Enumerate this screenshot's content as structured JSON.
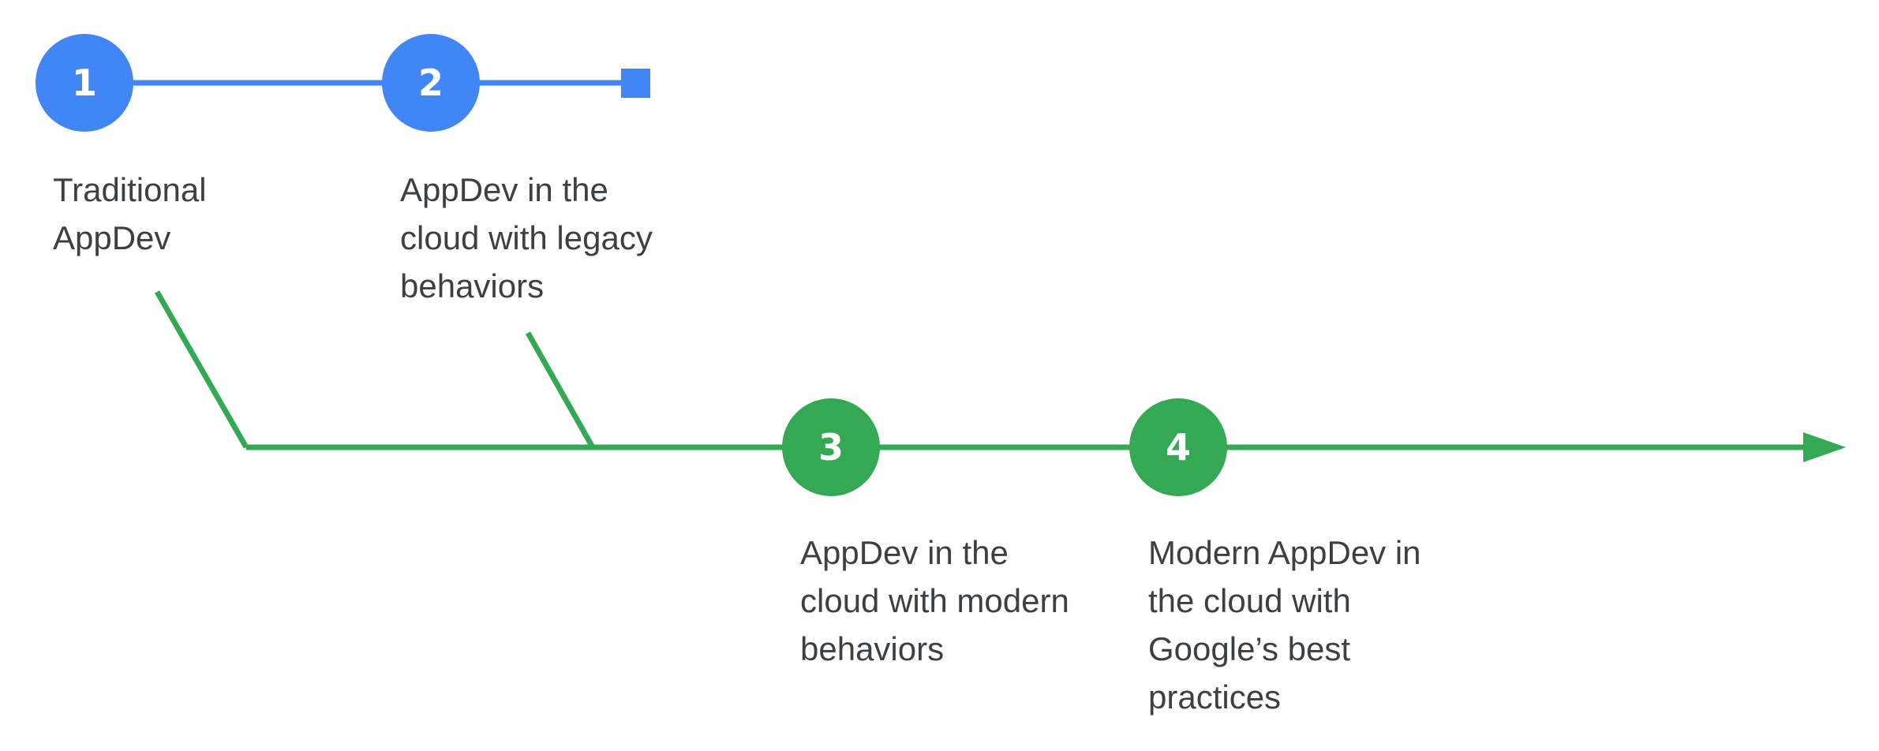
{
  "colors": {
    "blue": "#4285f4",
    "green": "#34a853",
    "text": "#3c4043",
    "node_text": "#ffffff"
  },
  "steps": [
    {
      "number": "1",
      "color": "blue",
      "caption": [
        "Traditional",
        "AppDev"
      ]
    },
    {
      "number": "2",
      "color": "blue",
      "caption": [
        "AppDev in the",
        "cloud with legacy",
        "behaviors"
      ]
    },
    {
      "number": "3",
      "color": "green",
      "caption": [
        "AppDev in the",
        "cloud with modern",
        "behaviors"
      ]
    },
    {
      "number": "4",
      "color": "green",
      "caption": [
        "Modern AppDev in",
        "the cloud with",
        "Google’s best",
        "practices"
      ]
    }
  ],
  "connectors": {
    "blue_track_end": "square-marker",
    "green_track_end": "arrow-head"
  }
}
